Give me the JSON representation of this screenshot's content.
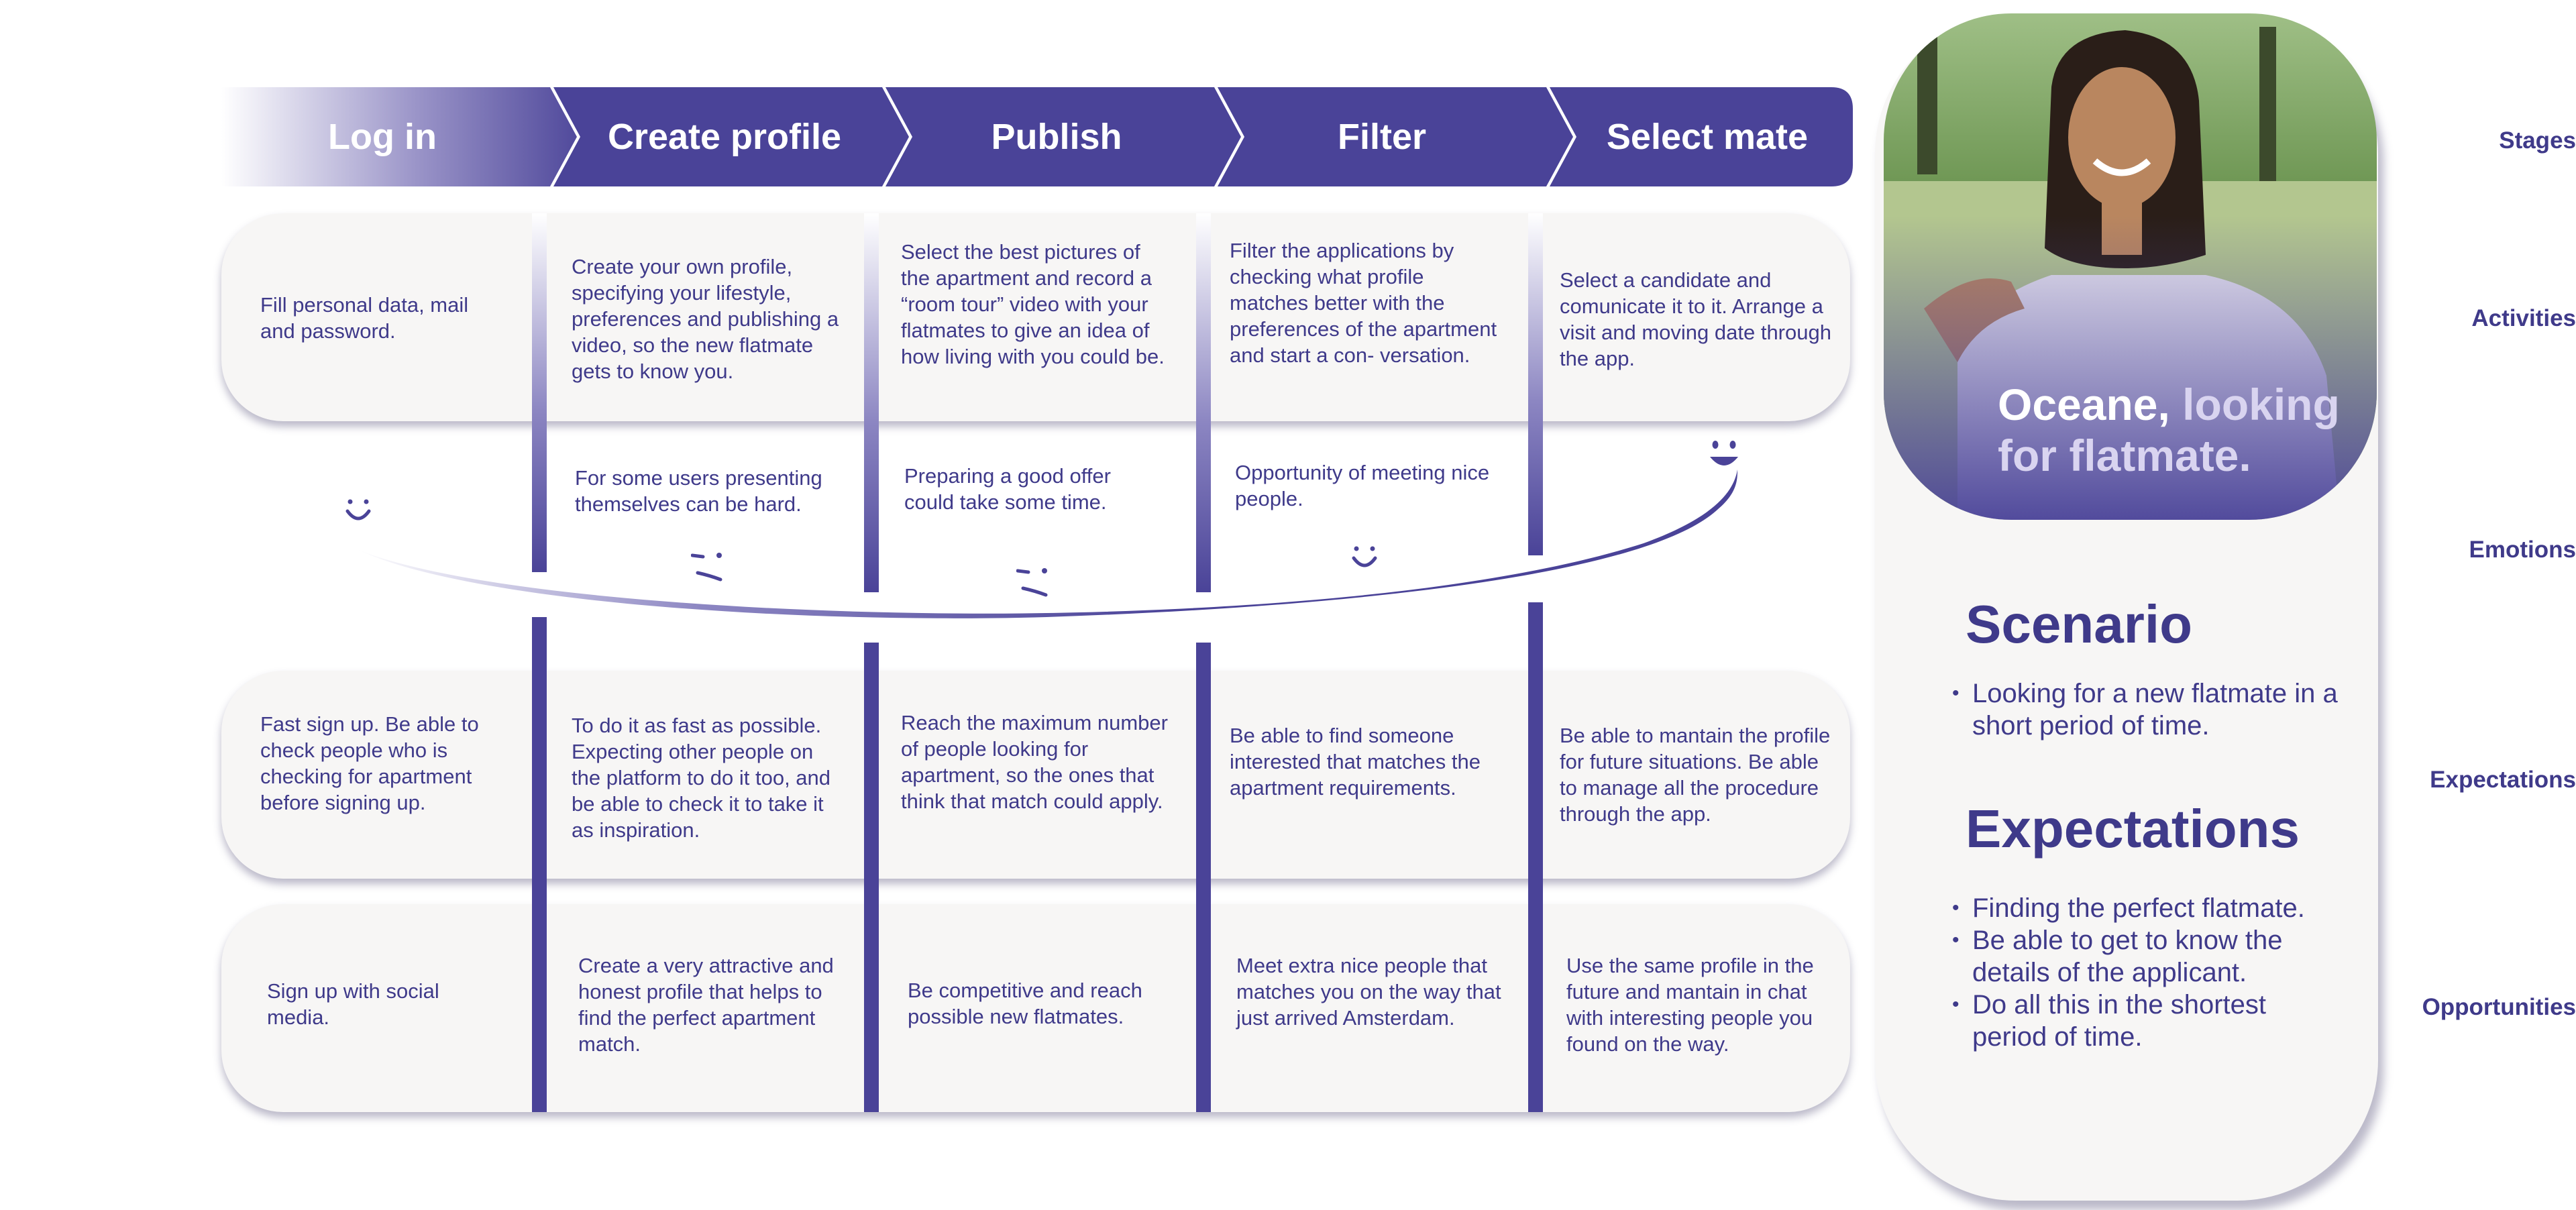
{
  "row_labels": {
    "stages": "Stages",
    "activities": "Activities",
    "emotions": "Emotions",
    "expectations": "Expectations",
    "opportunities": "Opportunities"
  },
  "stages": [
    "Log in",
    "Create profile",
    "Publish",
    "Filter",
    "Select mate"
  ],
  "activities": [
    "Fill personal data, mail and password.",
    "Create your own profile, specifying your lifestyle, preferences and publishing a video, so the new flatmate gets to know you.",
    "Select the best pictures of the apartment and record a “room tour” video with your flatmates to give an idea of how living with you could be.",
    "Filter the applications by checking what profile matches better with the preferences of the apartment and start a con- versation.",
    "Select a candidate and comunicate it to it. Arrange a visit and moving date through the app."
  ],
  "emotions": [
    "",
    "For some users presenting themselves can be hard.",
    "Preparing a good offer could take some time.",
    "Opportunity of meeting nice people.",
    ""
  ],
  "emotion_faces": [
    "happy-face",
    "neutral-face",
    "neutral-face",
    "happy-face",
    "very-happy-face"
  ],
  "expectations": [
    "Fast sign up. Be able to check people who is checking for apartment before signing up.",
    "To do it as fast as possible. Expecting other people on the platform to do it too, and be able to check it to take it as inspiration.",
    "Reach the maximum number of people looking for apartment, so the ones that think that match could apply.",
    "Be able to find someone interested that matches the apartment requirements.",
    "Be able to mantain the profile for future situations. Be able to manage all the procedure through the app."
  ],
  "opportunities": [
    "Sign up with social media.",
    "Create a very attractive and honest profile that helps to find the perfect apartment match.",
    "Be competitive and reach possible new flatmates.",
    "Meet extra nice people that matches you on the way that just arrived Amsterdam.",
    "Use the same profile in the future and mantain in chat with interesting people you found on the way."
  ],
  "persona": {
    "name": "Oceane,",
    "tagline_1": "looking",
    "tagline_2": "for flatmate.",
    "scenario_title": "Scenario",
    "scenario_items": [
      "Looking for a new flatmate in a short period of time."
    ],
    "expectations_title": "Expectations",
    "expectations_items": [
      "Finding the perfect flatmate.",
      "Be able to get to know the details of the applicant.",
      "Do all this in the shortest period of time."
    ]
  },
  "colors": {
    "primary": "#4a4398",
    "text": "#3f3a8a",
    "card": "#f7f6f5"
  }
}
